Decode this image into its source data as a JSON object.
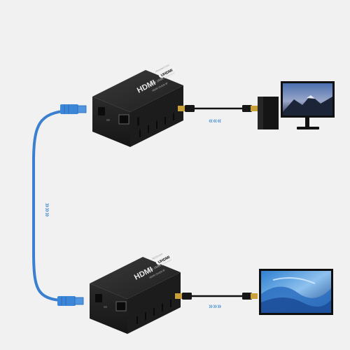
{
  "transmitter": {
    "brand_badge": "UHDMI",
    "logo_text": "HDMI",
    "model_text": "HDMI 150M Extender",
    "sub_text": "HDMI OVER IP",
    "role_text": "TRANSMITTER"
  },
  "receiver": {
    "brand_badge": "UHDMI",
    "logo_text": "HDMI",
    "model_text": "HDMI 150M Extender",
    "sub_text": "HDMI OVER IP",
    "role_text": "RECEIVER"
  },
  "arrows": {
    "source_direction": "«««",
    "lan_direction": "»»»",
    "display_direction": "»»»"
  },
  "colors": {
    "background": "#f1f1f1",
    "extender_body": "#2a2a2a",
    "lan_cable": "#3a7fd0",
    "arrow": "#5b9bd5",
    "hdmi_cable": "#111111",
    "connector_gold": "#c9a13b"
  },
  "icons": {
    "source": "desktop-pc-icon",
    "sink": "tv-display-icon",
    "cable": "ethernet-cable-icon"
  }
}
